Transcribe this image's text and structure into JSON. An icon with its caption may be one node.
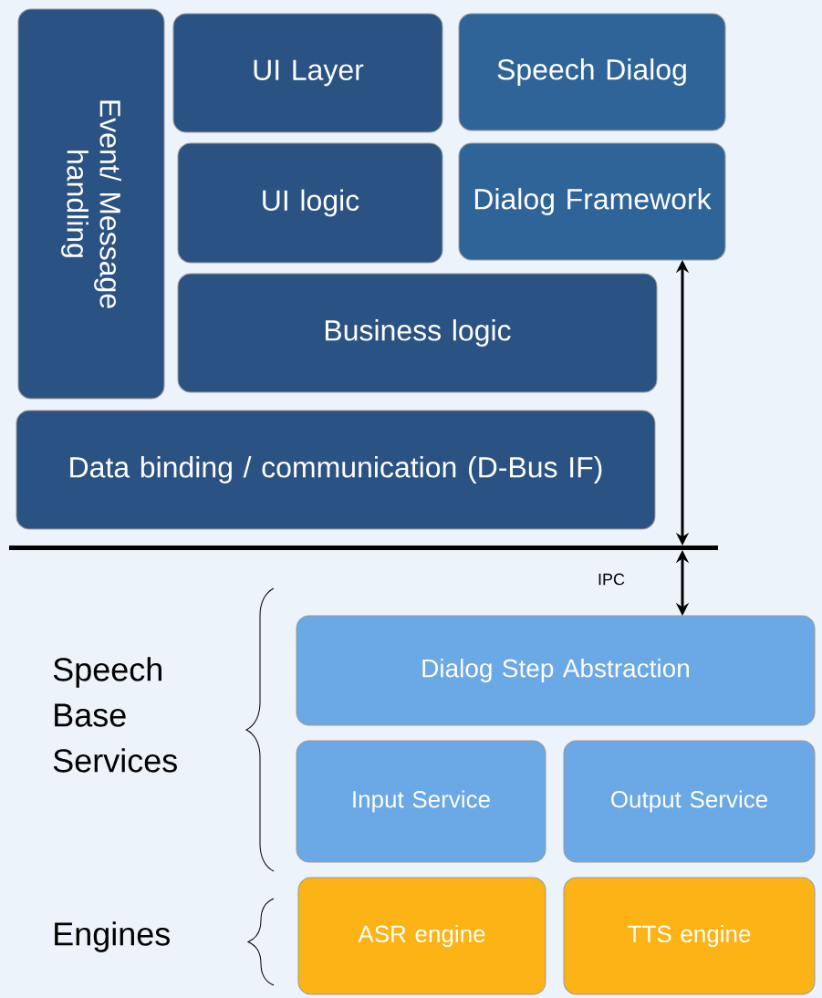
{
  "diagram": {
    "nodes": [
      {
        "text": [
          "Event/ Message handling"
        ]
      },
      {
        "text": [
          "UI Layer"
        ]
      },
      {
        "text": [
          "Speech Dialog"
        ]
      },
      {
        "text": [
          "UI logic"
        ]
      },
      {
        "text": [
          "Dialog Framework"
        ]
      },
      {
        "text": [
          "Business logic"
        ]
      },
      {
        "text": [
          "Data binding / communication (D-Bus IF)"
        ]
      },
      {
        "text": [],
        "shape": "bar"
      },
      {
        "text": [
          "Dialog Step Abstraction"
        ]
      },
      {
        "text": [
          "Input Service"
        ]
      },
      {
        "text": [
          "Output Service"
        ]
      },
      {
        "text": [
          "ASR engine"
        ]
      },
      {
        "text": [
          "TTS engine"
        ]
      }
    ],
    "edges": [
      {
        "from": 4,
        "to": 7,
        "arrow": "both"
      },
      {
        "from": 7,
        "to": 8,
        "arrow": "both",
        "label": "IPC"
      }
    ],
    "labels": [
      "Speech Base Services",
      "Engines"
    ]
  }
}
